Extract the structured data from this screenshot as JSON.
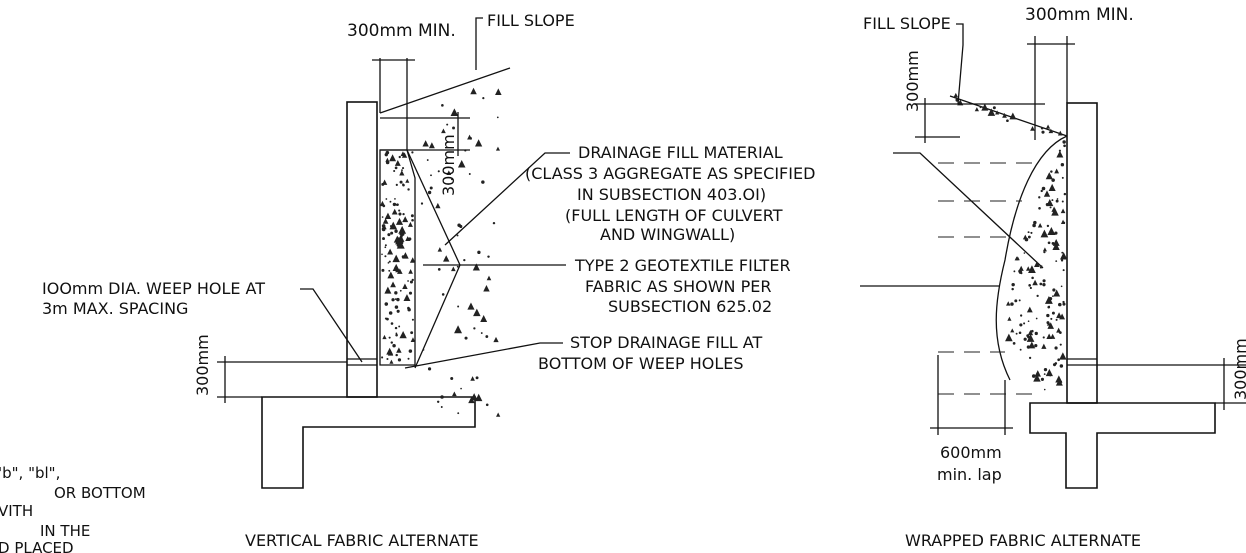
{
  "left_detail": {
    "caption": "VERTICAL FABRIC ALTERNATE",
    "dim_min": "300mm  MIN.",
    "fill_slope": "FILL SLOPE",
    "dim_300_top": "300mm",
    "dim_300_bottom": "300mm",
    "weep_hole_note": [
      "IOOmm  DIA. WEEP HOLE AT",
      "3m  MAX. SPACING"
    ]
  },
  "center_notes": {
    "drainage_fill": [
      "DRAINAGE  FILL  MATERIAL",
      "(CLASS 3  AGGREGATE  AS  SPECIFIED",
      "IN  SUBSECTION  403.OI)",
      "(FULL  LENGTH  OF  CULVERT",
      "AND  WINGWALL)"
    ],
    "geotextile": [
      "TYPE  2  GEOTEXTILE  FILTER",
      "FABRIC  AS  SHOWN  PER",
      "SUBSECTION  625.02"
    ],
    "stop_drainage": [
      "STOP  DRAINAGE  FILL  AT",
      "BOTTOM  OF  WEEP  HOLES"
    ]
  },
  "right_detail": {
    "caption": "WRAPPED FABRIC ALTERNATE",
    "dim_min": "300mm  MIN.",
    "fill_slope": "FILL SLOPE",
    "dim_300_top": "300mm",
    "dim_300_right": "300mm",
    "lap_dim": "600mm",
    "lap_label": "min. lap"
  },
  "cut_off_note": [
    "'b\", \"bl\",",
    "OR  BOTTOM",
    "VITH",
    "IN  THE",
    "D  PLACED"
  ]
}
